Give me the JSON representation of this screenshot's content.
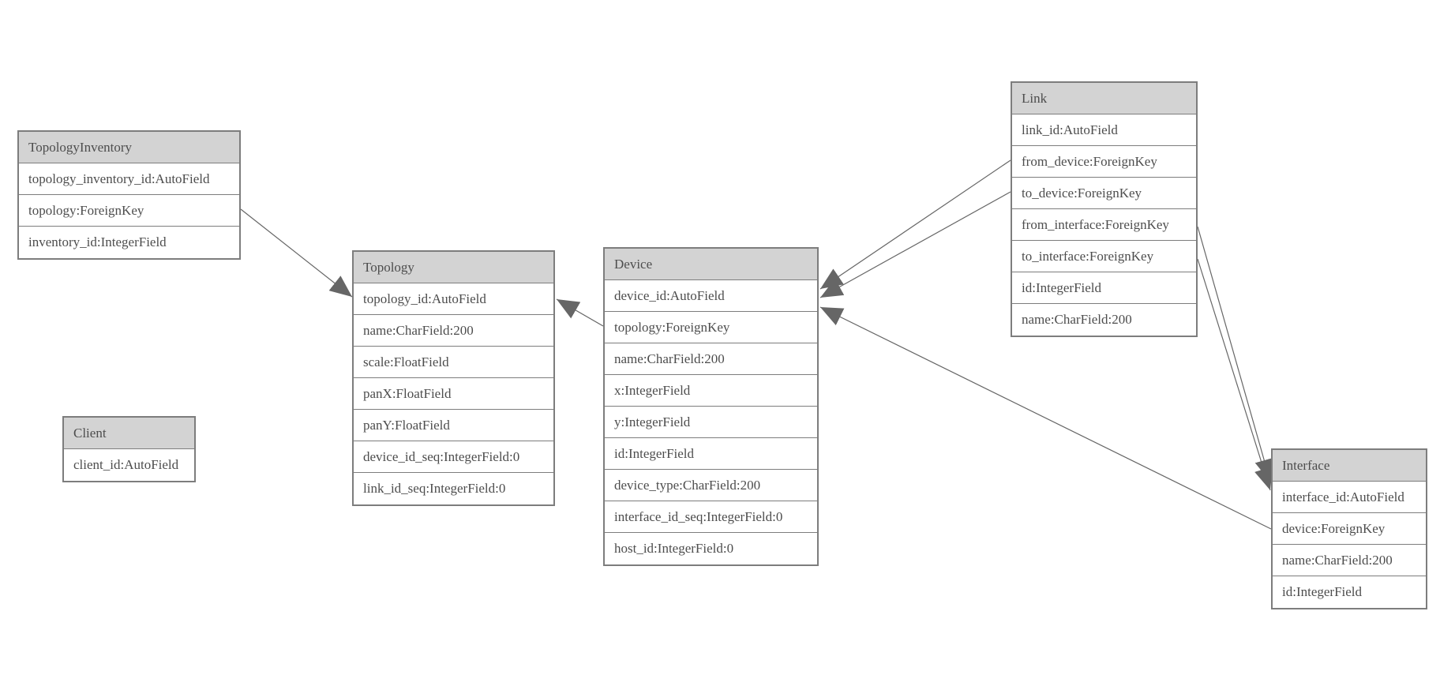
{
  "diagram": {
    "type": "entity-relationship",
    "colors": {
      "background": "#ffffff",
      "entity_header_fill": "#d3d3d3",
      "entity_border": "#7d7d7d",
      "text": "#4d4d4d",
      "relation_line": "#666666",
      "arrowhead_fill": "#666666"
    },
    "entities": [
      {
        "title": "TopologyInventory",
        "fields": [
          "topology_inventory_id:AutoField",
          "topology:ForeignKey",
          "inventory_id:IntegerField"
        ]
      },
      {
        "title": "Topology",
        "fields": [
          "topology_id:AutoField",
          "name:CharField:200",
          "scale:FloatField",
          "panX:FloatField",
          "panY:FloatField",
          "device_id_seq:IntegerField:0",
          "link_id_seq:IntegerField:0"
        ]
      },
      {
        "title": "Client",
        "fields": [
          "client_id:AutoField"
        ]
      },
      {
        "title": "Device",
        "fields": [
          "device_id:AutoField",
          "topology:ForeignKey",
          "name:CharField:200",
          "x:IntegerField",
          "y:IntegerField",
          "id:IntegerField",
          "device_type:CharField:200",
          "interface_id_seq:IntegerField:0",
          "host_id:IntegerField:0"
        ]
      },
      {
        "title": "Link",
        "fields": [
          "link_id:AutoField",
          "from_device:ForeignKey",
          "to_device:ForeignKey",
          "from_interface:ForeignKey",
          "to_interface:ForeignKey",
          "id:IntegerField",
          "name:CharField:200"
        ]
      },
      {
        "title": "Interface",
        "fields": [
          "interface_id:AutoField",
          "device:ForeignKey",
          "name:CharField:200",
          "id:IntegerField"
        ]
      }
    ],
    "relations": [
      {
        "from_entity": "TopologyInventory",
        "from_field": "topology:ForeignKey",
        "to_entity": "Topology"
      },
      {
        "from_entity": "Device",
        "from_field": "topology:ForeignKey",
        "to_entity": "Topology"
      },
      {
        "from_entity": "Link",
        "from_field": "from_device:ForeignKey",
        "to_entity": "Device"
      },
      {
        "from_entity": "Link",
        "from_field": "to_device:ForeignKey",
        "to_entity": "Device"
      },
      {
        "from_entity": "Link",
        "from_field": "from_interface:ForeignKey",
        "to_entity": "Interface"
      },
      {
        "from_entity": "Link",
        "from_field": "to_interface:ForeignKey",
        "to_entity": "Interface"
      },
      {
        "from_entity": "Interface",
        "from_field": "device:ForeignKey",
        "to_entity": "Device"
      }
    ]
  }
}
